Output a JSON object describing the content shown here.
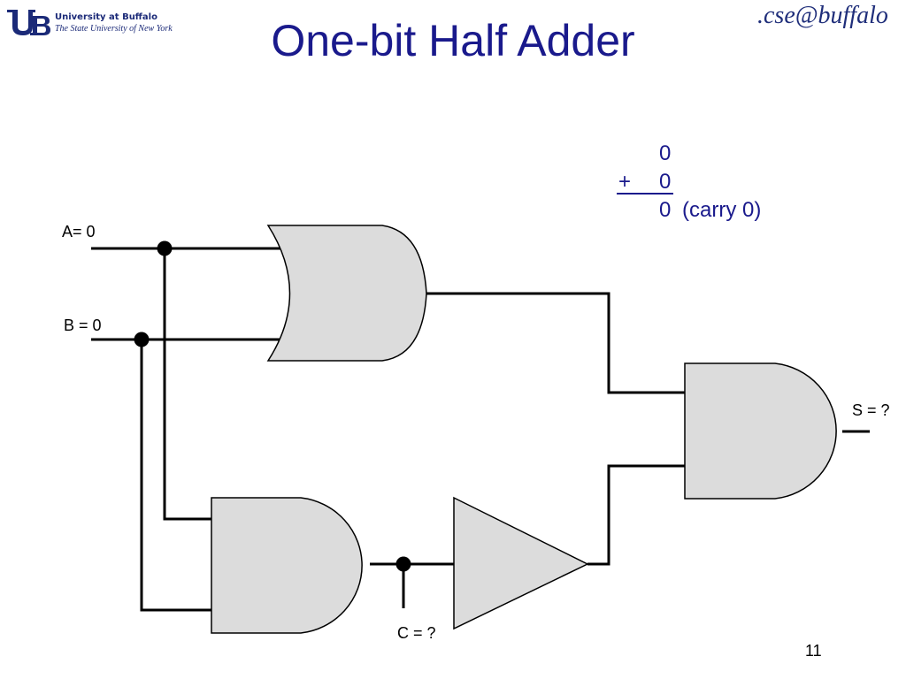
{
  "header": {
    "university_line1": "University at Buffalo",
    "university_line2": "The State University of New York",
    "cse_logo": ".cse@buffalo"
  },
  "slide": {
    "title": "One-bit Half Adder",
    "page_number": "11"
  },
  "addition": {
    "operand1": "0",
    "plus": "+",
    "operand2": "0",
    "result": "0",
    "carry": "(carry 0)"
  },
  "circuit": {
    "input_a": "A= 0",
    "input_b": "B = 0",
    "output_c": "C = ?",
    "output_s": "S = ?",
    "gates": [
      "or-gate",
      "and-gate-carry",
      "not-gate",
      "and-gate-sum"
    ]
  },
  "colors": {
    "title": "#1a1a8c",
    "gate_fill": "#dcdcdc",
    "wire": "#000000",
    "ub_blue": "#1b2a78"
  }
}
